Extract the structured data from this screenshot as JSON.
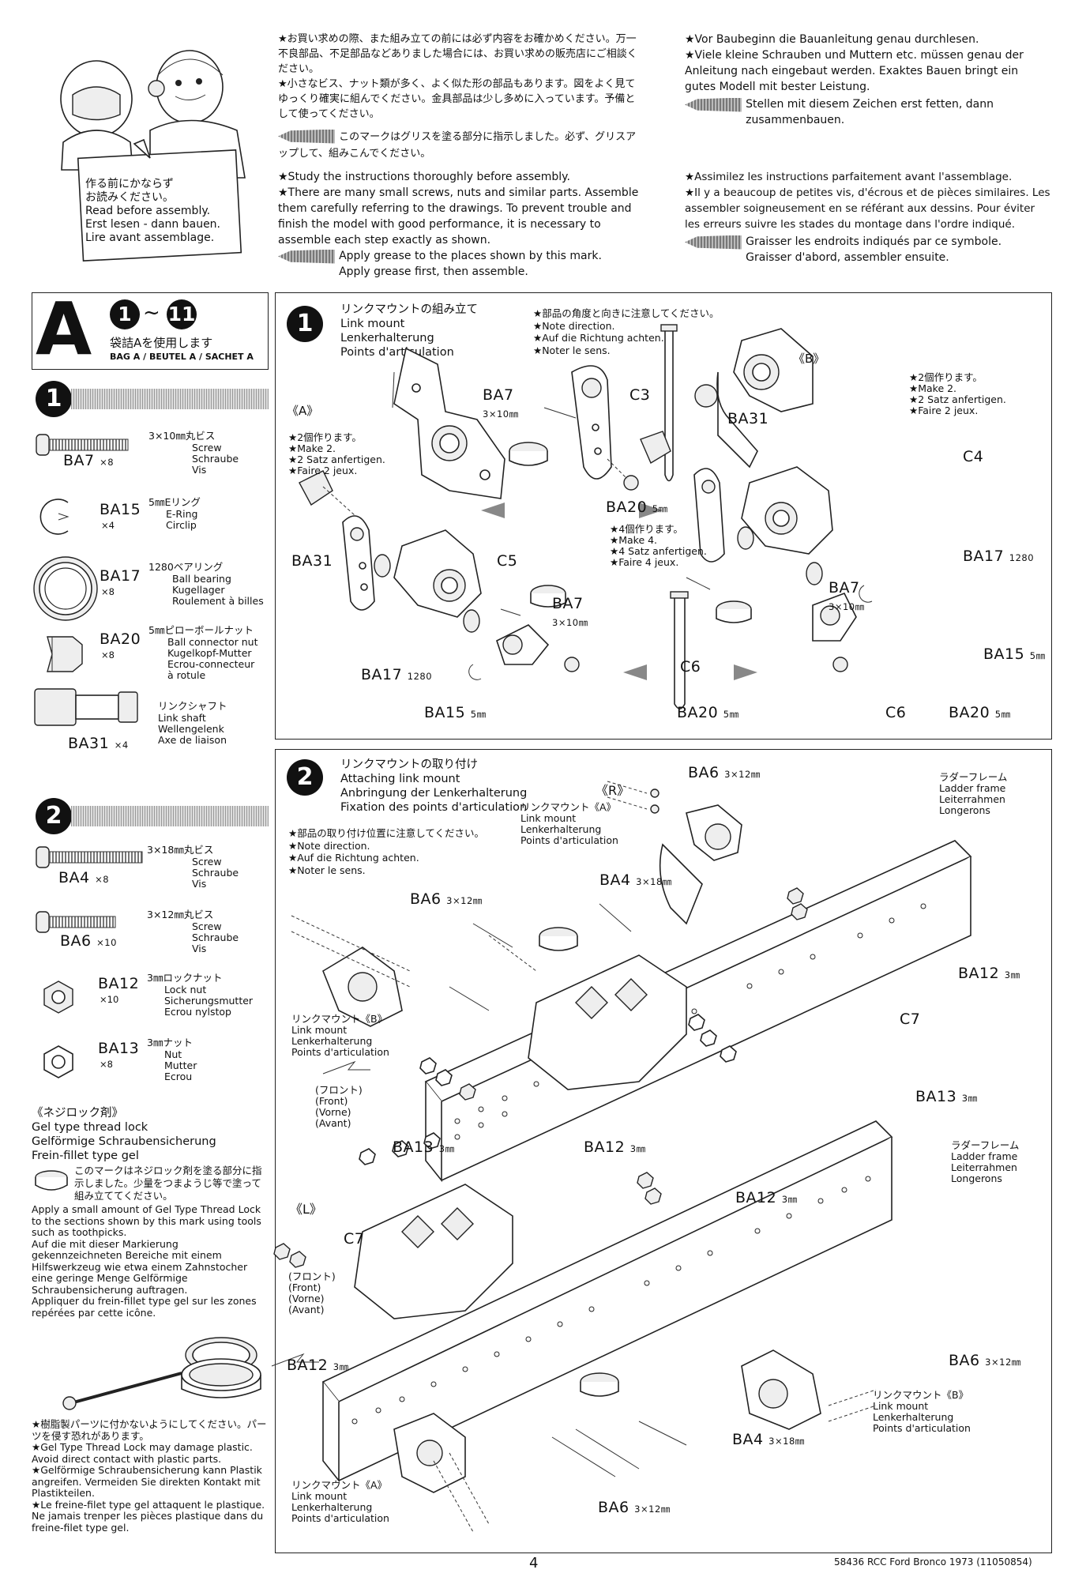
{
  "intro": {
    "illustration_caption": "作る前にかならず\nお読みください。\nRead before assembly.\nErst lesen - dann bauen.\nLire avant assemblage.",
    "jp_text": "★お買い求めの際、また組み立ての前には必ず内容をお確かめください。万一不良部品、不足部品などありました場合には、お買い求めの販売店にご相談ください。\n★小さなビス、ナット類が多く、よく似た形の部品もあります。図をよく見てゆっくり確実に組んでください。金具部品は少し多めに入っています。予備として使ってください。",
    "jp_grease": "このマークはグリスを塗る部分に指示しました。必ず、グリスアップして、組みこんでください。",
    "en_text": "★Study the instructions thoroughly before assembly.\n★There are many small screws, nuts and similar parts. Assemble them carefully referring to the drawings. To prevent trouble and finish the model with good performance, it is necessary to assemble each step exactly as shown.",
    "en_grease": "Apply grease to the places shown by this mark.\nApply grease first, then assemble.",
    "de_text": "★Vor Baubeginn die Bauanleitung genau durchlesen.\n★Viele kleine Schrauben und Muttern etc. müssen genau der Anleitung nach eingebaut werden. Exaktes Bauen bringt ein gutes Modell mit bester Leistung.",
    "de_grease": "Stellen mit diesem Zeichen erst fetten, dann zusammenbauen.",
    "fr_text": "★Assimilez les instructions parfaitement avant l'assemblage.\n★Il y a beaucoup de petites vis, d'écrous et de pièces similaires. Les assembler soigneusement en se référant aux dessins. Pour éviter les erreurs suivre les stades du montage dans l'ordre indiqué.",
    "fr_grease": "Graisser les endroits indiqués par ce symbole.\nGraisser d'abord, assembler ensuite."
  },
  "bag": {
    "letter": "A",
    "range_start": "1",
    "range_sep": "~",
    "range_end": "11",
    "jp": "袋詰Aを使用します",
    "label": "BAG A / BEUTEL A / SACHET A"
  },
  "parts1": {
    "step": "1",
    "items": [
      {
        "code": "BA7",
        "qty": "×8",
        "size": "3×10㎜丸ビス",
        "desc": "Screw\nSchraube\nVis"
      },
      {
        "code": "BA15",
        "qty": "×4",
        "size": "5㎜Eリング",
        "desc": "E-Ring\nCirclip"
      },
      {
        "code": "BA17",
        "qty": "×8",
        "size": "1280ベアリング",
        "desc": "Ball bearing\nKugellager\nRoulement à billes"
      },
      {
        "code": "BA20",
        "qty": "×8",
        "size": "5㎜ピローボールナット",
        "desc": "Ball connector nut\nKugelkopf-Mutter\nEcrou-connecteur\nà rotule"
      },
      {
        "code": "BA31",
        "qty": "×4",
        "size": "リンクシャフト",
        "desc": "Link shaft\nWellengelenk\nAxe de liaison"
      }
    ]
  },
  "parts2": {
    "step": "2",
    "items": [
      {
        "code": "BA4",
        "qty": "×8",
        "size": "3×18㎜丸ビス",
        "desc": "Screw\nSchraube\nVis"
      },
      {
        "code": "BA6",
        "qty": "×10",
        "size": "3×12㎜丸ビス",
        "desc": "Screw\nSchraube\nVis"
      },
      {
        "code": "BA12",
        "qty": "×10",
        "size": "3㎜ロックナット",
        "desc": "Lock nut\nSicherungsmutter\nEcrou nylstop"
      },
      {
        "code": "BA13",
        "qty": "×8",
        "size": "3㎜ナット",
        "desc": "Nut\nMutter\nEcrou"
      }
    ]
  },
  "threadlock": {
    "title": "《ネジロック剤》\nGel type thread lock\nGelförmige Schraubensicherung\nFrein-fillet type gel",
    "jp": "このマークはネジロック剤を塗る部分に指示しました。少量をつまようじ等で塗って組み立ててください。",
    "text": "Apply a small amount of Gel Type Thread Lock to the sections shown by this mark using tools such as toothpicks.\nAuf die mit dieser Markierung gekennzeichneten Bereiche mit einem Hilfswerkzeug wie etwa einem Zahnstocher eine geringe Menge Gelförmige Schraubensicherung auftragen.\nAppliquer du frein-fillet type gel sur les zones repérées par cette icône.",
    "warning": "★樹脂製パーツに付かないようにしてください。パーツを侵す恐れがあります。\n★Gel Type Thread Lock may damage plastic. Avoid direct contact with plastic parts.\n★Gelförmige Schraubensicherung kann Plastik angreifen. Vermeiden Sie direkten Kontakt mit Plastikteilen.\n★Le freine-filet type gel attaquent le plastique. Ne jamais trenper les pièces plastique dans du freine-filet type gel."
  },
  "step1": {
    "num": "1",
    "title": "リンクマウントの組み立て\nLink mount\nLenkerhalterung\nPoints d'articulation",
    "note": "★部品の角度と向きに注意してください。\n★Note direction.\n★Auf die Richtung achten.\n★Noter le sens.",
    "A_label": "《A》",
    "B_label": "《B》",
    "make2_A": "★2個作ります。\n★Make 2.\n★2 Satz anfertigen.\n★Faire 2 jeux.",
    "make2_B": "★2個作ります。\n★Make 2.\n★2 Satz anfertigen.\n★Faire 2 jeux.",
    "make4": "★4個作ります。\n★Make 4.\n★4 Satz anfertigen.\n★Faire 4 jeux.",
    "callouts": {
      "ba7_top": "BA7",
      "ba7_top_size": "3×10㎜",
      "c3": "C3",
      "ba31_right": "BA31",
      "c4": "C4",
      "ba20_mid": "BA20",
      "ba20_mid_size": "5㎜",
      "ba31_left": "BA31",
      "c5": "C5",
      "ba17_right": "BA17",
      "ba17_right_size": "1280",
      "ba7_right": "BA7",
      "ba7_right_size": "3×10㎜",
      "ba7_mid": "BA7",
      "ba7_mid_size": "3×10㎜",
      "c6_mid": "C6",
      "ba17_left": "BA17",
      "ba17_left_size": "1280",
      "ba15_left": "BA15",
      "ba15_left_size": "5㎜",
      "ba20_bottom": "BA20",
      "ba20_bottom_size": "5㎜",
      "ba15_right": "BA15",
      "ba15_right_size": "5㎜",
      "c6_right": "C6",
      "ba20_right": "BA20",
      "ba20_right_size": "5㎜"
    }
  },
  "step2": {
    "num": "2",
    "title": "リンクマウントの取り付け\nAttaching link mount\nAnbringung der Lenkerhalterung\nFixation des points d'articulation",
    "note": "★部品の取り付け位置に注意してください。\n★Note direction.\n★Auf die Richtung achten.\n★Noter le sens.",
    "R_label": "《R》",
    "L_label": "《L》",
    "link_A_top": "リンクマウント《A》\nLink mount\nLenkerhalterung\nPoints d'articulation",
    "link_B_left": "リンクマウント《B》\nLink mount\nLenkerhalterung\nPoints d'articulation",
    "link_B_right": "リンクマウント《B》\nLink mount\nLenkerhalterung\nPoints d'articulation",
    "link_A_bottom": "リンクマウント《A》\nLink mount\nLenkerhalterung\nPoints d'articulation",
    "ladder_top": "ラダーフレーム\nLadder frame\nLeiterrahmen\nLongerons",
    "ladder_bottom": "ラダーフレーム\nLadder frame\nLeiterrahmen\nLongerons",
    "front_top": "(フロント)\n(Front)\n(Vorne)\n(Avant)",
    "front_bottom": "(フロント)\n(Front)\n(Vorne)\n(Avant)",
    "callouts": {
      "ba6_tr": "BA6",
      "ba6_tr_size": "3×12㎜",
      "ba6_tl": "BA6",
      "ba6_tl_size": "3×12㎜",
      "ba4_top": "BA4",
      "ba4_top_size": "3×18㎜",
      "ba12_tr": "BA12",
      "ba12_tr_size": "3㎜",
      "c7_top": "C7",
      "ba13_right": "BA13",
      "ba13_right_size": "3㎜",
      "ba13_left": "BA13",
      "ba13_left_size": "3㎜",
      "ba12_mid": "BA12",
      "ba12_mid_size": "3㎜",
      "ba12_lower_right": "BA12",
      "ba12_lower_right_size": "3㎜",
      "c7_bottom": "C7",
      "ba12_left": "BA12",
      "ba12_left_size": "3㎜",
      "ba6_br": "BA6",
      "ba6_br_size": "3×12㎜",
      "ba4_bottom": "BA4",
      "ba4_bottom_size": "3×18㎜",
      "ba6_bottom": "BA6",
      "ba6_bottom_size": "3×12㎜"
    }
  },
  "footer": {
    "page": "4",
    "ref": "58436 RCC Ford Bronco 1973 (11050854)"
  }
}
